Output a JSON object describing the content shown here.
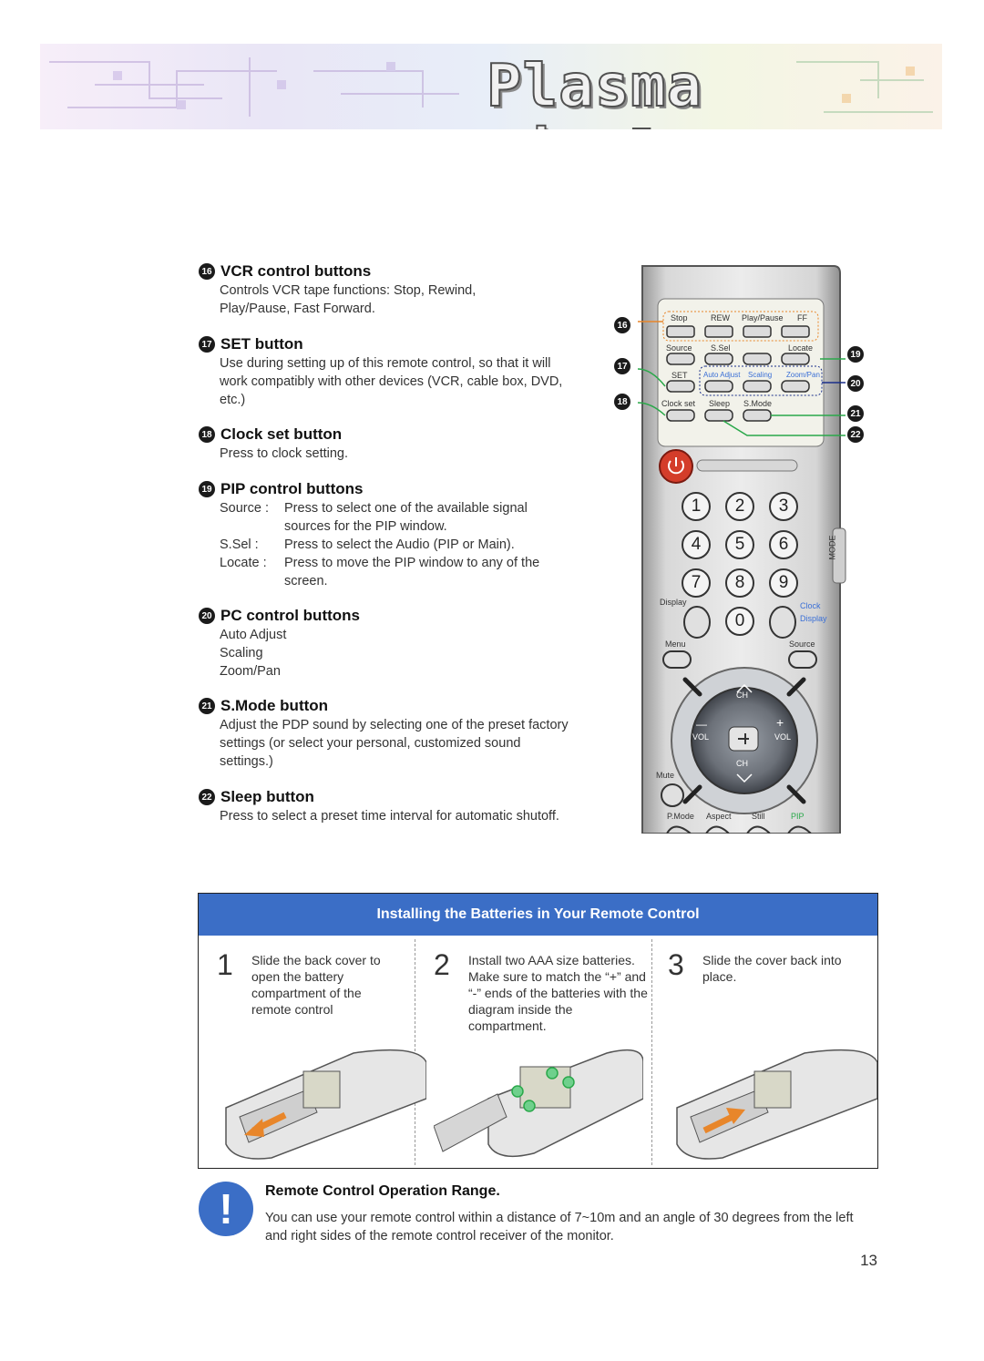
{
  "banner": {
    "title": "Plasma Display"
  },
  "sections": {
    "vcr": {
      "num": "16",
      "title": "VCR control buttons",
      "body": "Controls VCR tape functions: Stop, Rewind, Play/Pause, Fast Forward."
    },
    "set": {
      "num": "17",
      "title": "SET button",
      "body": "Use during setting up of this remote control, so that it will work compatibly with other devices (VCR, cable box, DVD, etc.)"
    },
    "clock": {
      "num": "18",
      "title": "Clock set button",
      "body": "Press to clock setting."
    },
    "pip": {
      "num": "19",
      "title": "PIP control buttons",
      "rows": [
        {
          "k": "Source :",
          "v": "Press to select one of the available signal sources for the PIP window."
        },
        {
          "k": "S.Sel :",
          "v": "Press to select the Audio (PIP or Main)."
        },
        {
          "k": "Locate :",
          "v": "Press to move the PIP window to any of the screen."
        }
      ]
    },
    "pc": {
      "num": "20",
      "title": "PC control buttons",
      "items": [
        "Auto Adjust",
        "Scaling",
        "Zoom/Pan"
      ]
    },
    "smode": {
      "num": "21",
      "title": "S.Mode button",
      "body": "Adjust the PDP sound by selecting one of the preset factory settings (or select your personal, customized sound settings.)"
    },
    "sleep": {
      "num": "22",
      "title": "Sleep button",
      "body": "Press to select a preset time interval for automatic shutoff."
    }
  },
  "remote": {
    "callouts": [
      "16",
      "17",
      "18",
      "19",
      "20",
      "21",
      "22"
    ],
    "labels": {
      "stop": "Stop",
      "rew": "REW",
      "playpause": "Play/Pause",
      "ff": "FF",
      "source_top": "Source",
      "ssel": "S.Sel",
      "locate": "Locate",
      "set": "SET",
      "auto_adjust": "Auto Adjust",
      "scaling": "Scaling",
      "zoompan": "Zoom/Pan",
      "clockset": "Clock set",
      "sleep": "Sleep",
      "smode": "S.Mode",
      "mode": "MODE",
      "display": "Display",
      "clock_g": "Clock",
      "display_g": "Display",
      "menu": "Menu",
      "source": "Source",
      "ch_up": "CH",
      "ch_down": "CH",
      "vol_l": "VOL",
      "vol_r": "VOL",
      "minus": "—",
      "plus": "+",
      "mute": "Mute",
      "pmode": "P.Mode",
      "aspect": "Aspect",
      "still": "Still",
      "pip": "PIP"
    },
    "keys": [
      "1",
      "2",
      "3",
      "4",
      "5",
      "6",
      "7",
      "8",
      "9",
      "0"
    ]
  },
  "batteries": {
    "title": "Installing the Batteries in Your Remote Control",
    "steps": [
      {
        "n": "1",
        "text": "Slide the back cover to open the battery compartment of the remote control"
      },
      {
        "n": "2",
        "text": "Install two AAA size batteries. Make sure to match the “+” and “-” ends of the batteries with the diagram inside the compartment."
      },
      {
        "n": "3",
        "text": "Slide the cover back into place."
      }
    ]
  },
  "note": {
    "icon": "!",
    "title": "Remote Control Operation Range.",
    "text": "You can use your remote control within a distance of 7~10m and an angle of 30 degrees from the left and right sides of the remote control receiver of the monitor."
  },
  "page_number": "13",
  "colors": {
    "accent_blue": "#3b6ec6",
    "callout_orange": "#e8862a",
    "callout_green": "#2aa84a",
    "callout_navy": "#1a2f8a"
  }
}
